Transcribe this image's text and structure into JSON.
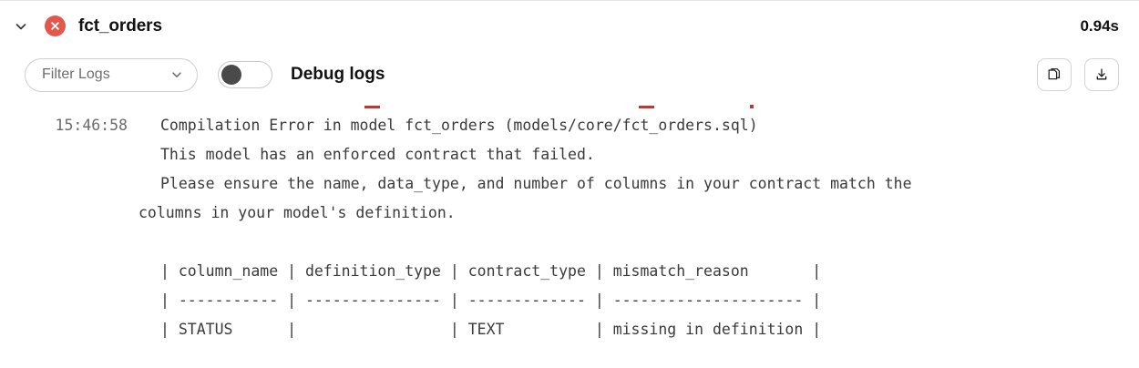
{
  "header": {
    "expand_icon": "chevron-down-icon",
    "status_icon": "error-x-icon",
    "status_color": "#e2584d",
    "title": "fct_orders",
    "elapsed": "0.94s"
  },
  "toolbar": {
    "filter": {
      "label": "Filter Logs",
      "chevron_icon": "chevron-down-icon"
    },
    "debug_toggle": {
      "label": "Debug logs",
      "state": "off"
    },
    "copy_button": {
      "icon": "copy-icon"
    },
    "download_button": {
      "icon": "download-icon"
    }
  },
  "log": {
    "timestamp": "15:46:58",
    "lines": [
      "Compilation Error in model fct_orders (models/core/fct_orders.sql)",
      "This model has an enforced contract that failed.",
      "Please ensure the name, data_type, and number of columns in your contract match the"
    ],
    "wrapped_line": "columns in your model's definition.",
    "table": [
      "| column_name | definition_type | contract_type | mismatch_reason       |",
      "| ----------- | --------------- | ------------- | --------------------- |",
      "| STATUS      |                 | TEXT          | missing in definition |"
    ]
  }
}
